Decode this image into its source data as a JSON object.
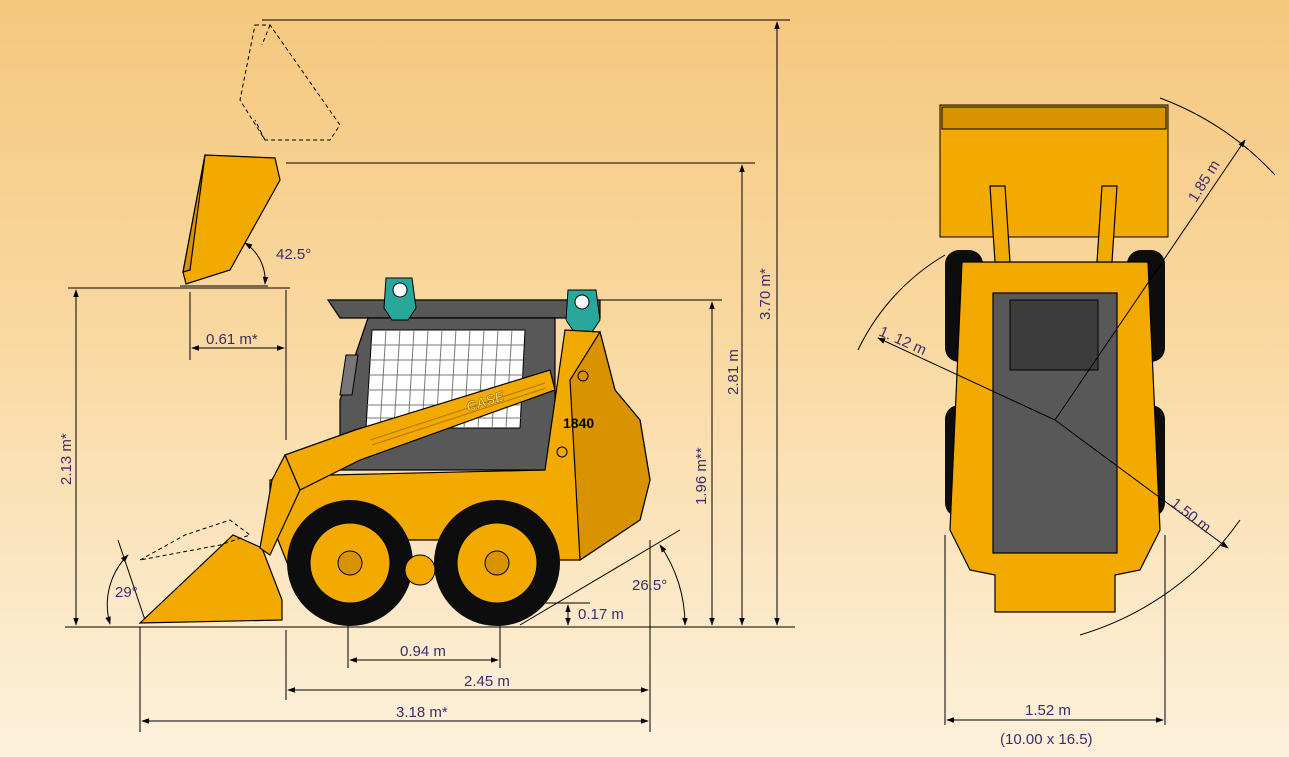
{
  "model_label": "1840",
  "brand_label": "CASE",
  "side_view": {
    "dump_height": "2.13 m*",
    "dump_reach": "0.61 m*",
    "dump_angle": "42.5°",
    "height_to_hinge_pin": "3.70 m*",
    "height_to_top": "2.81 m",
    "height_to_seat": "1.96 m**",
    "rollback_angle": "29°",
    "departure_angle": "26.5°",
    "ground_clearance": "0.17 m",
    "wheelbase": "0.94 m",
    "length_without_bucket": "2.45 m",
    "overall_length": "3.18 m*"
  },
  "top_view": {
    "front_turn_radius": "1.85 m",
    "rear_turn_radius": "1.50 m",
    "inner_turn_radius": "1. 12 m",
    "overall_width": "1.52 m",
    "tire_size": "(10.00 x 16.5)"
  }
}
